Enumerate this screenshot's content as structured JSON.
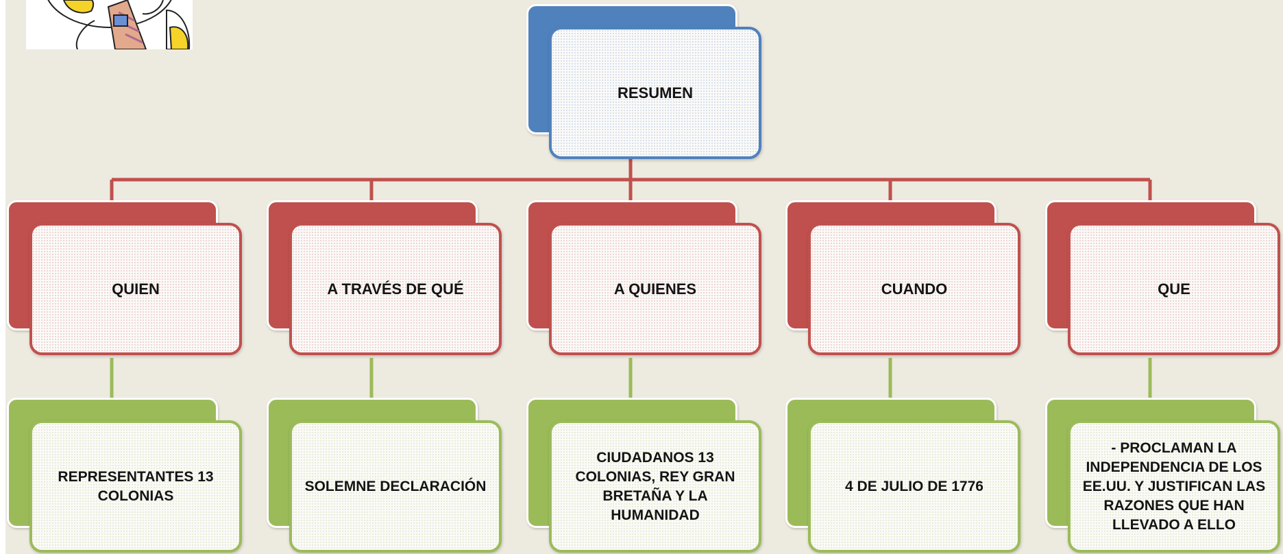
{
  "diagram": {
    "root": {
      "label": "RESUMEN"
    },
    "branches": [
      {
        "question": "QUIEN",
        "answer": "REPRESENTANTES 13 COLONIAS"
      },
      {
        "question": "A TRAVÉS DE QUÉ",
        "answer": "SOLEMNE DECLARACIÓN"
      },
      {
        "question": "A QUIENES",
        "answer": "CIUDADANOS 13 COLONIAS, REY GRAN BRETAÑA Y LA HUMANIDAD"
      },
      {
        "question": "CUANDO",
        "answer": "4 DE JULIO DE 1776"
      },
      {
        "question": "QUE",
        "answer": "- PROCLAMAN LA INDEPENDENCIA DE LOS EE.UU. Y JUSTIFICAN LAS RAZONES QUE HAN LLEVADO A ELLO"
      }
    ]
  },
  "colors": {
    "root": "#4f81bd",
    "question": "#c0504d",
    "answer": "#9bbb59",
    "background": "#edeae0"
  },
  "clipart": {
    "icon": "cartoon-character-clipart"
  }
}
